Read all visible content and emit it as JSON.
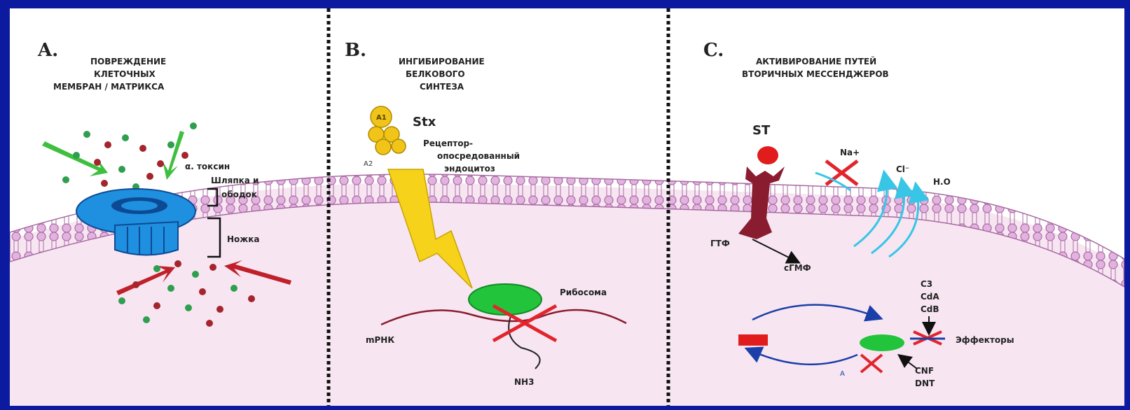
{
  "panels": [
    {
      "letter": "A.",
      "title_lines": [
        "ПОВРЕЖДЕНИЕ",
        "КЛЕТОЧНЫХ",
        "МЕМБРАН / МАТРИКСА"
      ],
      "labels": {
        "toxin": "α. токсин",
        "cap": "Шляпка и",
        "collar": "ободок",
        "stem": "Ножка"
      }
    },
    {
      "letter": "B.",
      "title_lines": [
        "ИНГИБИРОВАНИЕ",
        "БЕЛКОВОГО",
        "СИНТЕЗА"
      ],
      "labels": {
        "toxin": "Stx",
        "subunit_a1": "A1",
        "subunit_a2": "A2",
        "receptor": "Рецептор-",
        "receptor2": "опосредованный",
        "receptor3": "эндоцитоз",
        "ribosome": "Рибосома",
        "mrna": "mРНК",
        "nh3": "NH3"
      }
    },
    {
      "letter": "C.",
      "title_lines": [
        "АКТИВИРОВАНИЕ ПУТЕЙ",
        "ВТОРИЧНЫХ МЕССЕНДЖЕРОВ"
      ],
      "labels": {
        "toxin": "ST",
        "na": "Na+",
        "cl": "Cl⁻",
        "h2o": "H.O",
        "gtp": "ГТФ",
        "cgmp": "сГМФ",
        "c3": "C3",
        "cda": "CdA",
        "cdb": "CdB",
        "effectors": "Эффекторы",
        "a": "A",
        "cnf": "CNF",
        "dnt": "DNT"
      }
    }
  ],
  "colors": {
    "frame": "#0b1a9e",
    "cytoplasm": "#f7e6f2",
    "membrane": "#e3b3df",
    "membrane_stroke": "#a86aa3",
    "pore": "#1f8fe0",
    "green_arrow": "#3fbf3f",
    "red_arrow": "#c0202a",
    "yellow_arrow": "#f6d21b",
    "ribosome": "#22c43c",
    "receptor": "#8a1c30",
    "cyan_arrow": "#37c6e6",
    "blue_arrow": "#1b3fa8"
  }
}
